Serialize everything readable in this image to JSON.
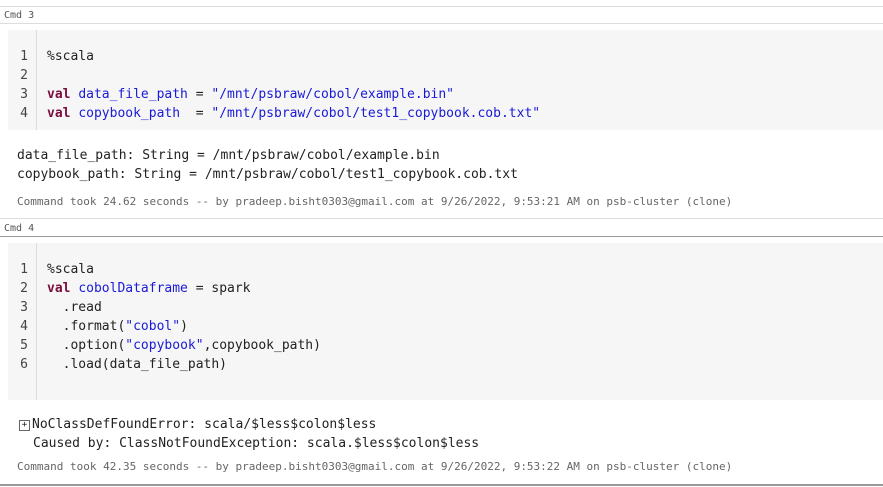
{
  "cells": [
    {
      "label": "Cmd 3",
      "lines": [
        {
          "n": "1",
          "text": "%scala"
        },
        {
          "n": "2",
          "text": ""
        },
        {
          "n": "3",
          "kw": "val",
          "var": "data_file_path",
          "op": " = ",
          "str": "\"/mnt/psbraw/cobol/example.bin\""
        },
        {
          "n": "4",
          "kw": "val",
          "var": "copybook_path",
          "op": "  = ",
          "str": "\"/mnt/psbraw/cobol/test1_copybook.cob.txt\""
        }
      ],
      "output": [
        "data_file_path: String = /mnt/psbraw/cobol/example.bin",
        "copybook_path: String = /mnt/psbraw/cobol/test1_copybook.cob.txt"
      ],
      "footer": "Command took 24.62 seconds -- by pradeep.bisht0303@gmail.com at 9/26/2022, 9:53:21 AM on psb-cluster (clone)"
    },
    {
      "label": "Cmd 4",
      "lines": [
        {
          "n": "1",
          "text": "%scala"
        },
        {
          "n": "2",
          "kw": "val",
          "var": "cobolDataframe",
          "op": " = spark"
        },
        {
          "n": "3",
          "text": "  .read"
        },
        {
          "n": "4",
          "pre": "  .format(",
          "str": "\"cobol\"",
          "post": ")"
        },
        {
          "n": "5",
          "pre": "  .option(",
          "str": "\"copybook\"",
          "post": ",copybook_path)"
        },
        {
          "n": "6",
          "text": "  .load(data_file_path)"
        }
      ],
      "error": "NoClassDefFoundError: scala/$less$colon$less",
      "cause": "Caused by: ClassNotFoundException: scala.$less$colon$less",
      "footer": "Command took 42.35 seconds -- by pradeep.bisht0303@gmail.com at 9/26/2022, 9:53:22 AM on psb-cluster (clone)"
    }
  ]
}
